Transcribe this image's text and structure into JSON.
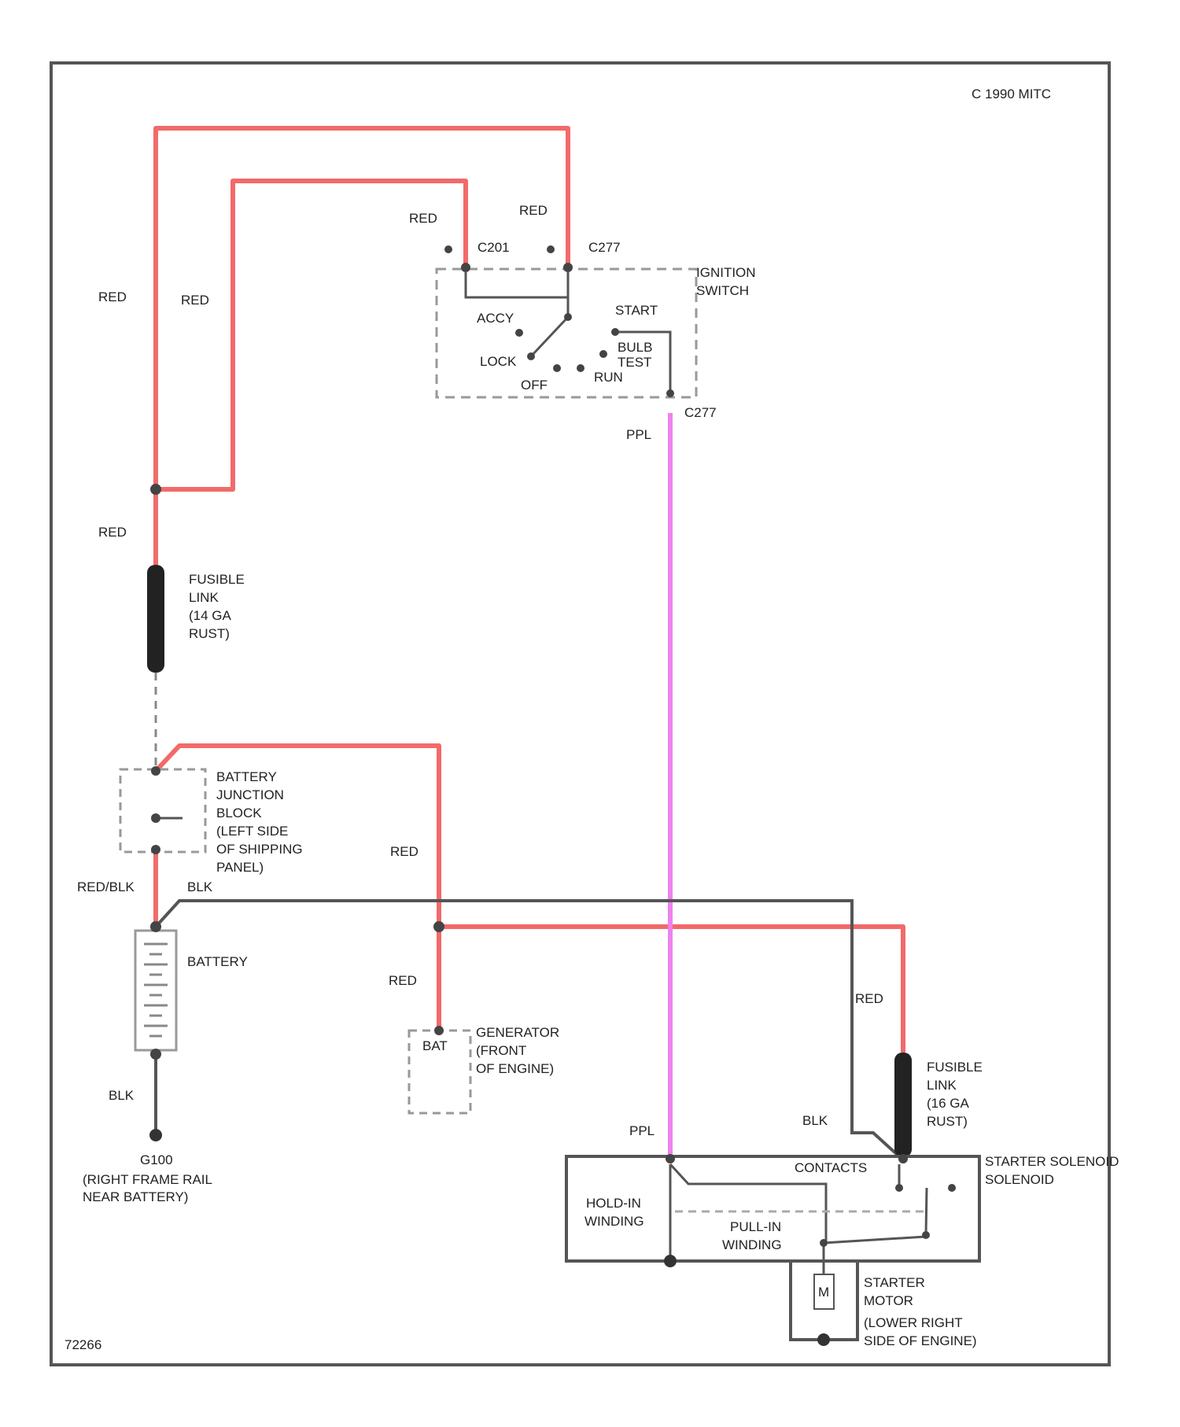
{
  "diagram": {
    "corner_label": "C 1990 MITC",
    "figure_id": "72266",
    "wire_colors": {
      "red": "#f26a6a",
      "pink": "#ee82ee",
      "black": "#555555"
    },
    "labels": {
      "red_1": "RED",
      "red_2": "RED",
      "red_3": "RED",
      "red_4": "RED",
      "red_5": "RED",
      "red_6": "RED",
      "red_7": "RED",
      "red_8": "RED",
      "red_9": "RED",
      "red_blk": "RED/BLK",
      "blk_1": "BLK",
      "blk_2": "BLK",
      "blk_3": "BLK",
      "ppl_1": "PPL",
      "ppl_2": "PPL",
      "c201": "C201",
      "c277_top": "C277",
      "c277_bottom": "C277",
      "ignition_switch": [
        "IGNITION",
        "SWITCH"
      ],
      "start": "START",
      "accy": "ACCY",
      "lock": "LOCK",
      "off": "OFF",
      "run": "RUN",
      "bulb_test": [
        "BULB",
        "TEST"
      ],
      "fusible_link_1": [
        "FUSIBLE",
        "LINK",
        "(14 GA",
        "RUST)"
      ],
      "fusible_link_2": [
        "FUSIBLE",
        "LINK",
        "(16 GA",
        "RUST)"
      ],
      "battery_junction_block": [
        "BATTERY",
        "JUNCTION",
        "BLOCK",
        "(LEFT SIDE",
        "OF SHIPPING",
        "PANEL)"
      ],
      "battery": "BATTERY",
      "bat": "BAT",
      "generator": [
        "GENERATOR",
        "(FRONT",
        "OF ENGINE)"
      ],
      "ground": [
        "G100",
        "(RIGHT FRAME RAIL",
        "NEAR BATTERY)"
      ],
      "starter_solenoid": [
        "STARTER SOLENOID",
        "SOLENOID"
      ],
      "contacts": "CONTACTS",
      "hold_in_winding": [
        "HOLD-IN",
        "WINDING"
      ],
      "pull_in_winding": [
        "PULL-IN",
        "WINDING"
      ],
      "motor_symbol": "M",
      "starter_motor": [
        "STARTER",
        "MOTOR",
        "(LOWER RIGHT",
        "SIDE OF ENGINE)"
      ]
    }
  }
}
